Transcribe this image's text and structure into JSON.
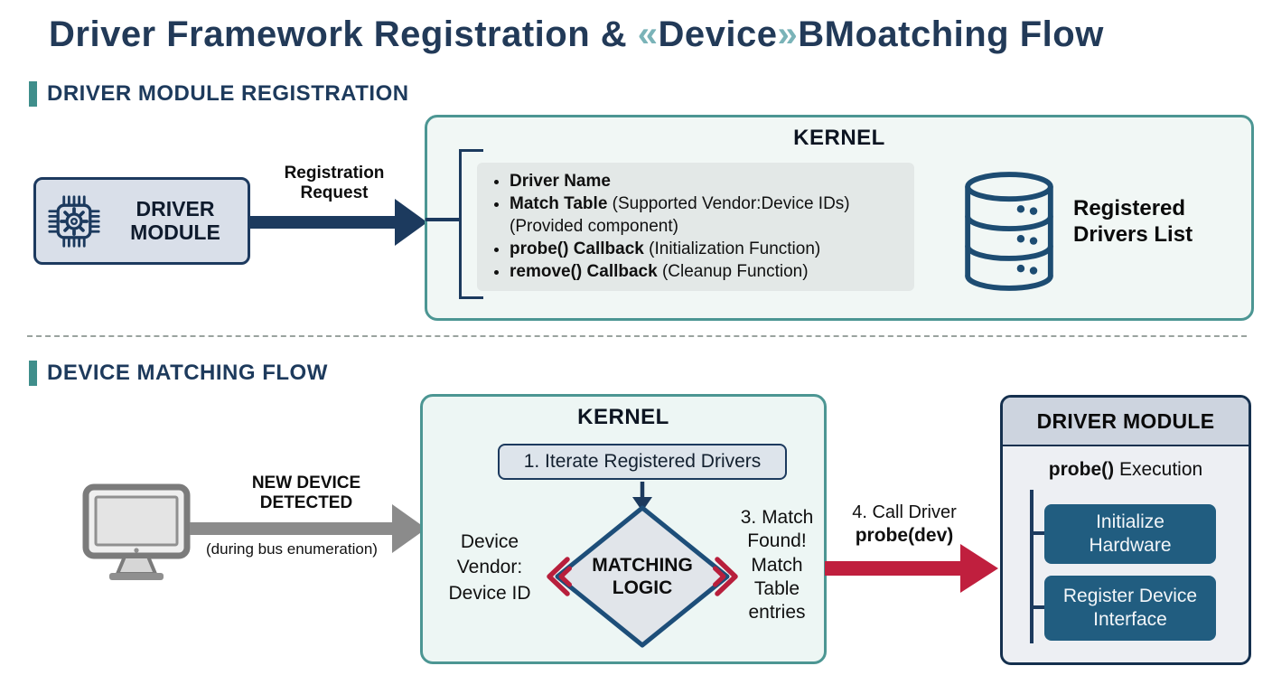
{
  "colors": {
    "navy": "#1c3a5e",
    "teal_border": "#4c9693",
    "teal_accent": "#3f8e8b",
    "teal_guillemet": "#7ab3b8",
    "crimson": "#c01f3e",
    "steel_blue": "#215d80",
    "gray_arrow": "#8b8b8b"
  },
  "title": {
    "part1": "Driver Framework Registration & ",
    "open": "«",
    "device": "Device",
    "close": "»",
    "part2": "BMoatching Flow"
  },
  "section1": {
    "header": "DRIVER MODULE REGISTRATION",
    "driver_module_label": "DRIVER MODULE",
    "arrow_label": "Registration Request",
    "kernel": {
      "title": "KERNEL",
      "bullets": [
        {
          "bold": "Driver Name",
          "rest": ""
        },
        {
          "bold": "Match Table",
          "rest": " (Supported Vendor:Device IDs)",
          "sub": "(Provided component)"
        },
        {
          "bold": "probe() Callback",
          "rest": " (Initialization Function)"
        },
        {
          "bold": "remove() Callback",
          "rest": " (Cleanup Function)"
        }
      ]
    },
    "registered_list_label": "Registered Drivers List"
  },
  "section2": {
    "header": "DEVICE MATCHING FLOW",
    "new_device_label": "NEW DEVICE DETECTED",
    "enumeration_note": "(during bus enumeration)",
    "kernel": {
      "title": "KERNEL",
      "step1": "1. Iterate Registered Drivers",
      "diamond_label": "MATCHING LOGIC",
      "input_label": "Device Vendor: Device ID",
      "match_label": "3. Match Found! Match Table entries"
    },
    "call_label": "4. Call Driver",
    "call_bold": "probe(dev)",
    "driver_module": {
      "title": "DRIVER MODULE",
      "probe_bold": "probe()",
      "probe_rest": " Execution",
      "box1": "Initialize Hardware",
      "box2": "Register Device Interface"
    }
  }
}
